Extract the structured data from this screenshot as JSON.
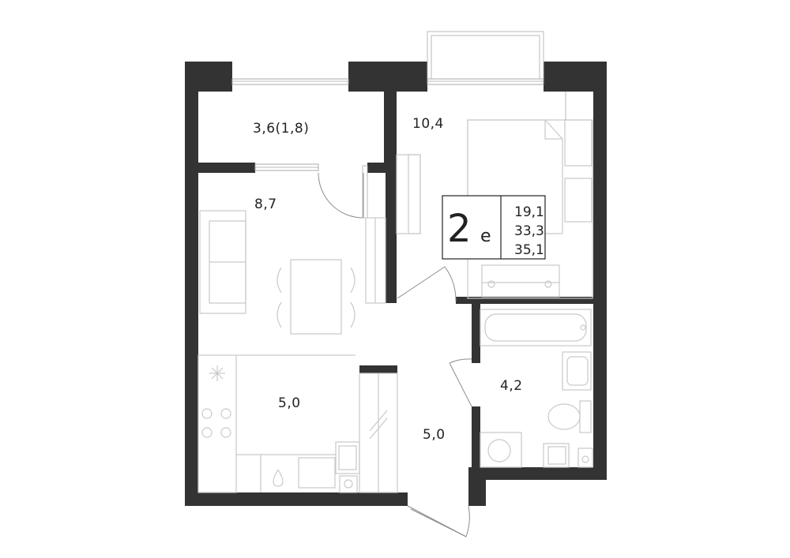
{
  "apartment": {
    "rooms_number": "2",
    "rooms_suffix": "е",
    "living_area": "19,1",
    "total_area": "33,3",
    "total_area_with_balcony": "35,1"
  },
  "rooms": {
    "balcony": "3,6(1,8)",
    "bedroom": "10,4",
    "living_room": "8,7",
    "kitchen": "5,0",
    "hallway": "5,0",
    "bathroom": "4,2"
  },
  "colors": {
    "wall": "#333333",
    "furniture_line": "#c9c9c9",
    "text": "#222222"
  }
}
